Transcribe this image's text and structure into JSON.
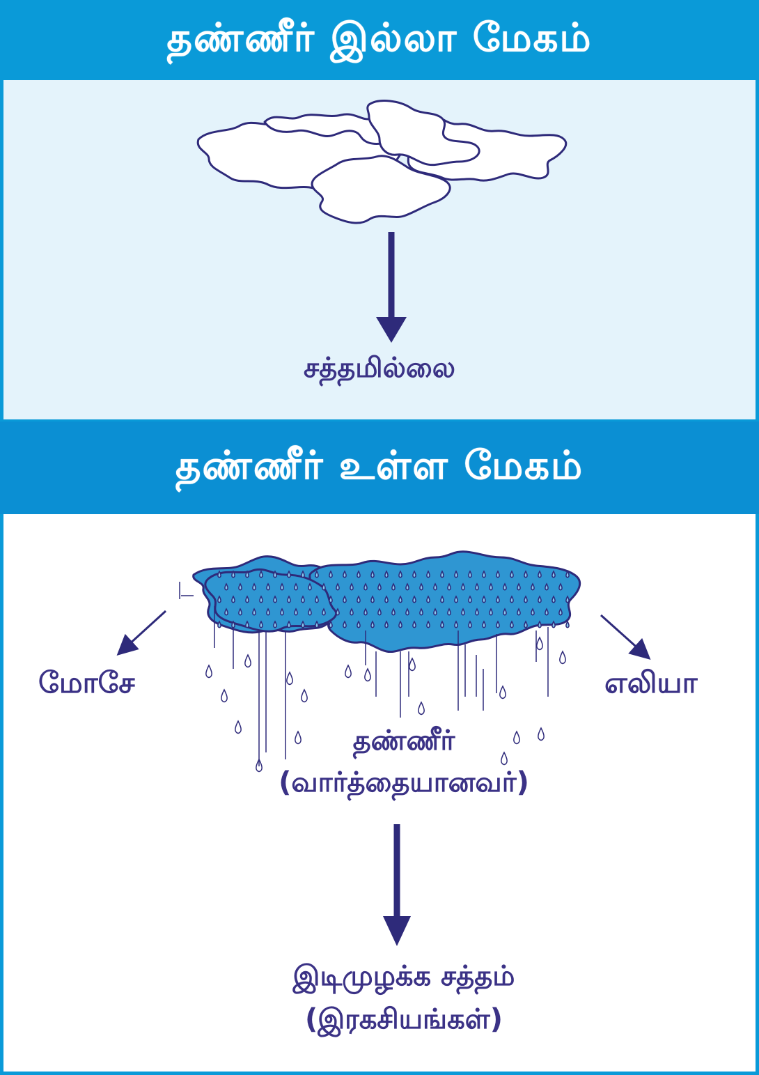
{
  "top_section": {
    "title": "தண்ணீர் இல்லா மேகம்",
    "result": "சத்தமில்லை"
  },
  "bottom_section": {
    "title": "தண்ணீர் உள்ள மேகம்",
    "left_label": "மோசே",
    "right_label": "எலியா",
    "center_line1": "தண்ணீர்",
    "center_line2": "(வார்த்தையானவர்)",
    "result_line1": "இடிமுழக்க சத்தம்",
    "result_line2": "(இரகசியங்கள்)"
  },
  "colors": {
    "banner": "#0a9ad8",
    "top_panel": "#e4f3fb",
    "cloud_outline": "#2e2a7a",
    "rain_cloud_fill": "#2f96d2",
    "text": "#3b3286"
  }
}
